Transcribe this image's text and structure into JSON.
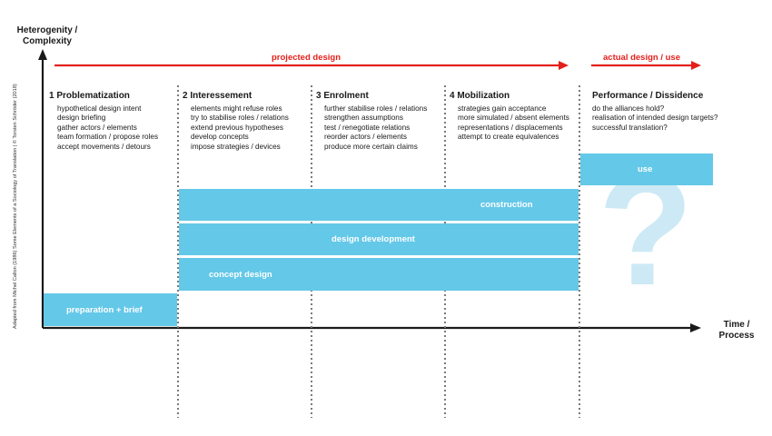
{
  "axes": {
    "y_title_line1": "Heterogenity /",
    "y_title_line2": "Complexity",
    "x_title_line1": "Time /",
    "x_title_line2": "Process"
  },
  "credit": "Adapted from Michel Callon (1986) Some Elements of a Sociology of Translation  |  © Torsten Schröder (2018)",
  "arrows": {
    "projected": "projected design",
    "actual": "actual design / use"
  },
  "phases": [
    {
      "title": "1 Problematization",
      "items": [
        "hypothetical design intent",
        "design briefing",
        "gather actors / elements",
        "team formation / propose roles",
        "accept movements / detours"
      ]
    },
    {
      "title": "2 Interessement",
      "items": [
        "elements might refuse roles",
        "try to stabilise roles / relations",
        "extend previous hypotheses",
        "develop concepts",
        "impose strategies / devices"
      ]
    },
    {
      "title": "3 Enrolment",
      "items": [
        "further stabilise roles / relations",
        "strengthen assumptions",
        "test / renegotiate relations",
        "reorder actors / elements",
        "produce more certain claims"
      ]
    },
    {
      "title": "4 Mobilization",
      "items": [
        "strategies gain acceptance",
        "more simulated / absent elements",
        "representations / displacements",
        "attempt to create equivalences"
      ]
    },
    {
      "title": "Performance / Dissidence",
      "items": [
        "do the alliances hold?",
        "realisation of intended design targets?",
        "successful translation?"
      ]
    }
  ],
  "bars": {
    "preparation": "preparation + brief",
    "concept": "concept design",
    "development": "design development",
    "construction": "construction",
    "use": "use"
  },
  "question_mark": "?",
  "colors": {
    "bar": "#64c8e8",
    "question": "#cde9f5",
    "arrow": "#e3201b",
    "axis": "#1a1a1a",
    "divider": "#7a7a7a"
  }
}
